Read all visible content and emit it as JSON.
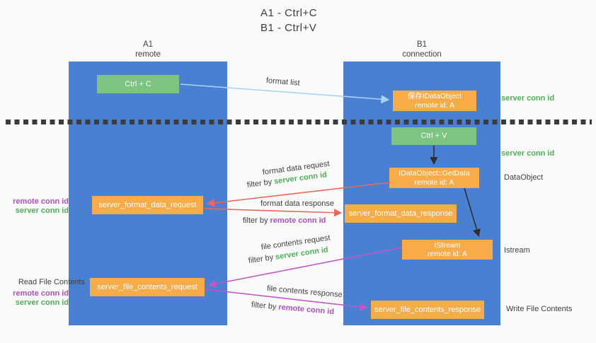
{
  "title": {
    "line1": "A1 - Ctrl+C",
    "line2": "B1 - Ctrl+V"
  },
  "columns": {
    "left": {
      "name": "A1",
      "role": "remote"
    },
    "right": {
      "name": "B1",
      "role": "connection"
    }
  },
  "nodes": {
    "ctrl_c": "Ctrl + C",
    "save_idataobject": {
      "line1": "保存IDataObject",
      "line2": "remote id: A"
    },
    "ctrl_v": "Ctrl + V",
    "getdata": {
      "line1": "IDataObject::GetData",
      "line2": "remote id: A"
    },
    "format_request": "server_format_data_request",
    "format_response": "server_format_data_response",
    "istream": {
      "line1": "IStream",
      "line2": "remote id: A"
    },
    "file_request": "server_file_contents_request",
    "file_response": "server_file_contents_response"
  },
  "messages": {
    "format_list": {
      "label": "format list"
    },
    "format_request": {
      "label": "format data request",
      "filter_prefix": "filter by ",
      "filter_id": "server conn id"
    },
    "format_response": {
      "label": "format data response",
      "filter_prefix": "filter by ",
      "filter_id": "remote conn id"
    },
    "file_request": {
      "label": "file contents request",
      "filter_prefix": "filter by ",
      "filter_id": "server conn id"
    },
    "file_response": {
      "label": "file contents response",
      "filter_prefix": "filter by ",
      "filter_id": "remote conn id"
    }
  },
  "right_annotations": [
    {
      "text": "server conn id"
    },
    {
      "text": "server conn id"
    },
    {
      "text": "DataObject"
    },
    {
      "text": "Istream"
    },
    {
      "text": "Write File Contents"
    }
  ],
  "left_annotations": {
    "format_remote": "remote conn id",
    "format_server": "server conn id",
    "read_title": "Read File Contents",
    "file_remote": "remote conn id",
    "file_server": "server conn id"
  },
  "colors": {
    "lifeline_blue": "#4a80d2",
    "node_orange": "#f8ab49",
    "node_green": "#7cc47f",
    "conn_id_green": "#4db153",
    "conn_id_purple": "#b04fc4",
    "arrow_red": "#e9675d",
    "arrow_magenta": "#c257c8",
    "arrow_light_blue": "#a9d3f2",
    "arrow_black": "#2f2f2f",
    "divider": "#3c3c3c",
    "background": "#fafafa"
  }
}
